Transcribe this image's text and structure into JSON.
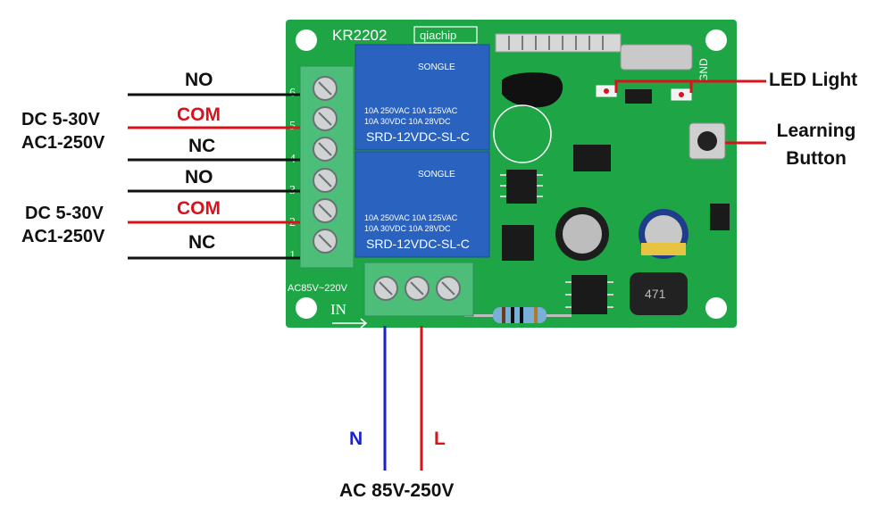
{
  "board": {
    "model": "KR2202",
    "brand": "qiachip",
    "input_rating": "AC85V~220V",
    "in_label": "IN",
    "gnd_label": "GND",
    "cap_label": "471"
  },
  "relays": [
    {
      "brand": "SONGLE",
      "rating_line1": "10A 250VAC  10A 125VAC",
      "rating_line2": "10A 30VDC   10A 28VDC",
      "model": "SRD-12VDC-SL-C"
    },
    {
      "brand": "SONGLE",
      "rating_line1": "10A 250VAC  10A 125VAC",
      "rating_line2": "10A 30VDC   10A 28VDC",
      "model": "SRD-12VDC-SL-C"
    }
  ],
  "terminal_numbers": [
    "6",
    "5",
    "4",
    "3",
    "2",
    "1"
  ],
  "channel1": {
    "no": "NO",
    "com": "COM",
    "nc": "NC",
    "dc": "DC 5-30V",
    "ac": "AC1-250V"
  },
  "channel2": {
    "no": "NO",
    "com": "COM",
    "nc": "NC",
    "dc": "DC 5-30V",
    "ac": "AC1-250V"
  },
  "callouts": {
    "led": "LED Light",
    "learning_line1": "Learning",
    "learning_line2": "Button"
  },
  "power": {
    "n": "N",
    "l": "L",
    "supply": "AC 85V-250V"
  },
  "colors": {
    "board": "#1ea646",
    "relay": "#2a62c0",
    "terminal": "#4dbd7a",
    "red_wire": "#d8131b",
    "blue_wire": "#1b22c8",
    "black_wire": "#111111"
  }
}
